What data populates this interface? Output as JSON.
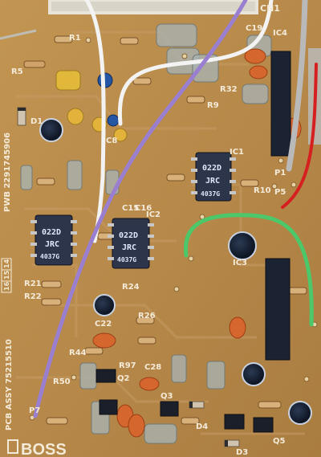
{
  "silkscreen": {
    "cn1": "CN1",
    "r1": "R1",
    "r5": "R5",
    "r9": "R9",
    "r10": "R10",
    "r32": "R32",
    "c19": "C19",
    "c8": "C8",
    "c16": "C16",
    "c15": "C15",
    "ic1": "IC1",
    "ic2": "IC2",
    "ic3": "IC3",
    "ic4": "IC4",
    "r21": "R21",
    "r22": "R22",
    "r24": "R24",
    "r26": "R26",
    "r44": "R44",
    "r50": "R50",
    "r97": "R97",
    "c28": "C28",
    "c22": "C22",
    "q2": "Q2",
    "q3": "Q3",
    "q5": "Q5",
    "d1": "D1",
    "d3": "D3",
    "d4": "D4",
    "p1": "P1",
    "p5": "P5",
    "p7": "P7",
    "pwb": "PWB 2291745906",
    "pcb_assy": "PCB ASSY 75215510",
    "boxes": [
      "14",
      "15",
      "16"
    ],
    "brand": "BOSS"
  },
  "chips": {
    "ic1": {
      "line1": "022D",
      "line2": "JRC",
      "line3": "4037G"
    },
    "ic_left": {
      "line1": "022D",
      "line2": "JRC",
      "line3": "4037G"
    },
    "ic_mid": {
      "line1": "022D",
      "line2": "JRC",
      "line3": "4037G"
    }
  },
  "colors": {
    "board": "#b98a4a",
    "silkscreen": "#f4ead8",
    "wire_purple": "#9a7fd0",
    "wire_white": "#f3f3f3",
    "wire_green": "#4cc86a",
    "wire_red": "#d62020",
    "wire_gray": "#b9b9b9"
  }
}
